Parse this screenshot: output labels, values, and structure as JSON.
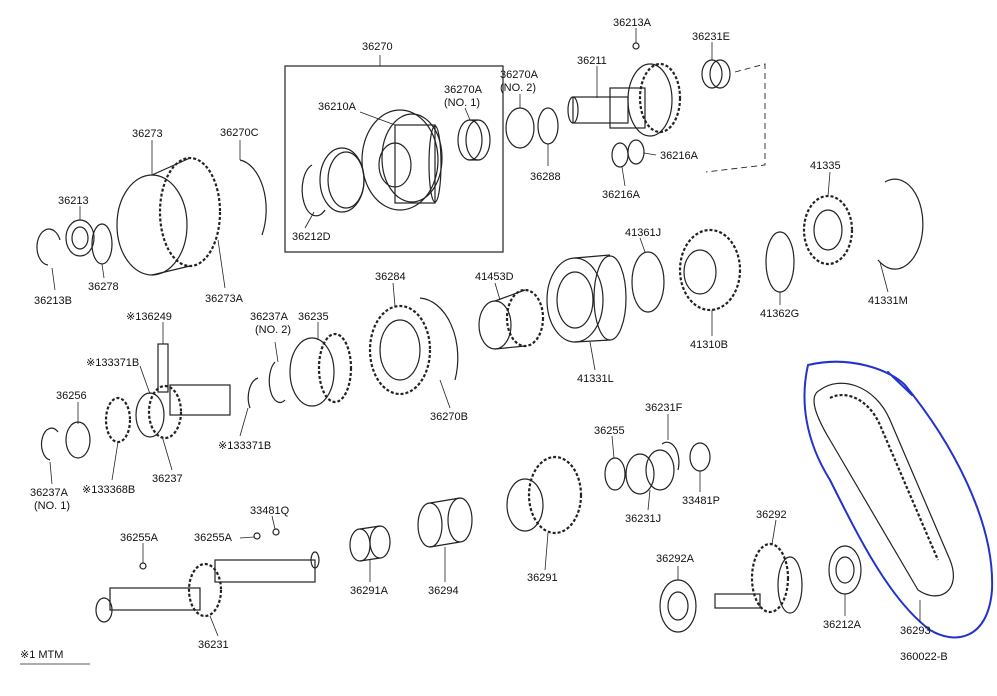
{
  "labels": {
    "l36270": "36270",
    "l36213A": "36213A",
    "l36231E": "36231E",
    "l36210A": "36210A",
    "l36270A_no1": "36270A",
    "l36270A_no1_sub": "(NO. 1)",
    "l36270A_no2": "36270A",
    "l36270A_no2_sub": "(NO. 2)",
    "l36211": "36211",
    "l36273": "36273",
    "l36270C": "36270C",
    "l36213": "36213",
    "l36212D": "36212D",
    "l36288": "36288",
    "l36216A_r": "36216A",
    "l36216A_b": "36216A",
    "l41335": "41335",
    "l36278": "36278",
    "l36213B": "36213B",
    "l36273A": "36273A",
    "l41361J": "41361J",
    "l36284": "36284",
    "l41453D": "41453D",
    "l136249": "※136249",
    "l36237A_no2": "36237A",
    "l36237A_no2_sub": "(NO. 2)",
    "l36235": "36235",
    "l41362G": "41362G",
    "l41331M": "41331M",
    "l41310B": "41310B",
    "l133371B_top": "※133371B",
    "l41331L": "41331L",
    "l36256": "36256",
    "l36270B": "36270B",
    "l36231F": "36231F",
    "l36255": "36255",
    "l133371B_bot": "※133371B",
    "l36237": "36237",
    "l36237A_no1": "36237A",
    "l36237A_no1_sub": "(NO. 1)",
    "l133368B": "※133368B",
    "l33481P": "33481P",
    "l36231J": "36231J",
    "l33481Q": "33481Q",
    "l36292": "36292",
    "l36255A_a": "36255A",
    "l36255A_b": "36255A",
    "l36291A": "36291A",
    "l36294": "36294",
    "l36291": "36291",
    "l36292A": "36292A",
    "l36212A": "36212A",
    "l36293": "36293",
    "l36231": "36231"
  },
  "footer": {
    "note": "※1 MTM",
    "code": "360022-B"
  },
  "colors": {
    "line": "#222222",
    "annotation_ink": "#2233cc"
  }
}
